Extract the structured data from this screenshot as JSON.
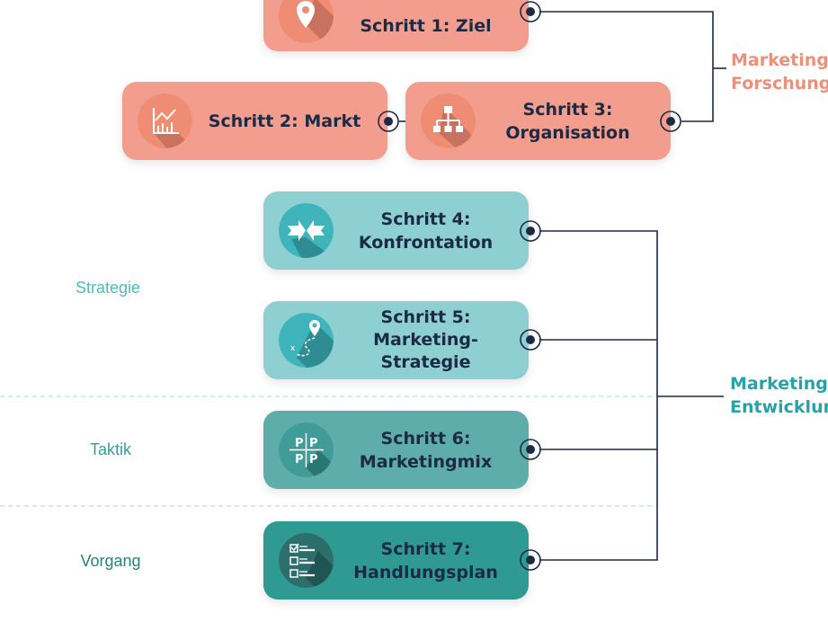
{
  "colors": {
    "coral": "#f29d8d",
    "teal_light": "#8ecfd1",
    "teal_mid": "#5fadaa",
    "teal_dark": "#2f9a92",
    "text": "#1b2a45",
    "connector": "#1b2a45"
  },
  "steps": [
    {
      "line1": "Schritt 1: Ziel",
      "line2": "",
      "icon": "location-pin-icon"
    },
    {
      "line1": "Schritt 2: Markt",
      "line2": "",
      "icon": "chart-icon"
    },
    {
      "line1": "Schritt 3:",
      "line2": "Organisation",
      "icon": "org-chart-icon"
    },
    {
      "line1": "Schritt 4:",
      "line2": "Konfrontation",
      "icon": "arrows-confront-icon"
    },
    {
      "line1": "Schritt 5:",
      "line2": "Marketing-",
      "line3": "Strategie",
      "icon": "route-map-icon"
    },
    {
      "line1": "Schritt 6:",
      "line2": "Marketingmix",
      "icon": "four-p-icon"
    },
    {
      "line1": "Schritt 7:",
      "line2": "Handlungsplan",
      "icon": "checklist-icon"
    }
  ],
  "groups": {
    "research": {
      "line1": "Marketing-",
      "line2": "Forschung"
    },
    "development": {
      "line1": "Marketing-",
      "line2": "Entwicklung"
    }
  },
  "phases": {
    "strategy": "Strategie",
    "tactic": "Taktik",
    "process": "Vorgang"
  },
  "four_p": "P"
}
